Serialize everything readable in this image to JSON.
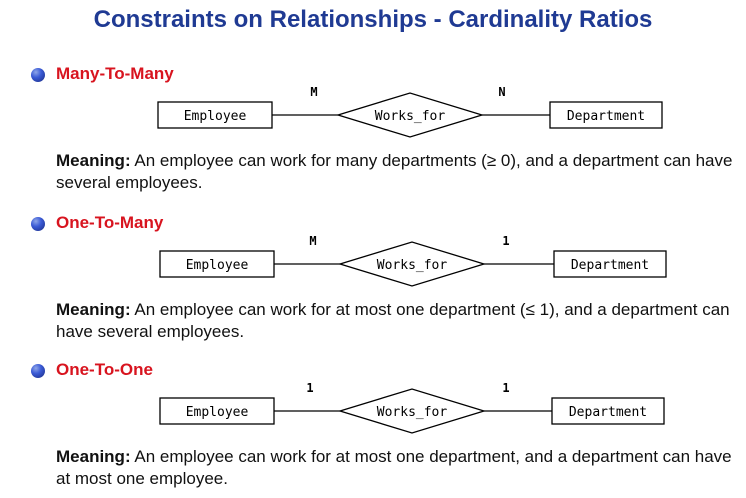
{
  "title": "Constraints on Relationships - Cardinality Ratios",
  "sections": [
    {
      "heading": "Many-To-Many",
      "entity_left": "Employee",
      "relationship": "Works_for",
      "entity_right": "Department",
      "card_left": "M",
      "card_right": "N",
      "meaning_label": "Meaning:",
      "meaning_text": "An employee can work for many departments (≥ 0), and a department can have several employees."
    },
    {
      "heading": "One-To-Many",
      "entity_left": "Employee",
      "relationship": "Works_for",
      "entity_right": "Department",
      "card_left": "M",
      "card_right": "1",
      "meaning_label": "Meaning:",
      "meaning_text": "An employee can work for at most one department (≤ 1), and a department can have several employees."
    },
    {
      "heading": "One-To-One",
      "entity_left": "Employee",
      "relationship": "Works_for",
      "entity_right": "Department",
      "card_left": "1",
      "card_right": "1",
      "meaning_label": "Meaning:",
      "meaning_text": "An employee can work for at most one department, and a department can have at most one employee."
    }
  ]
}
